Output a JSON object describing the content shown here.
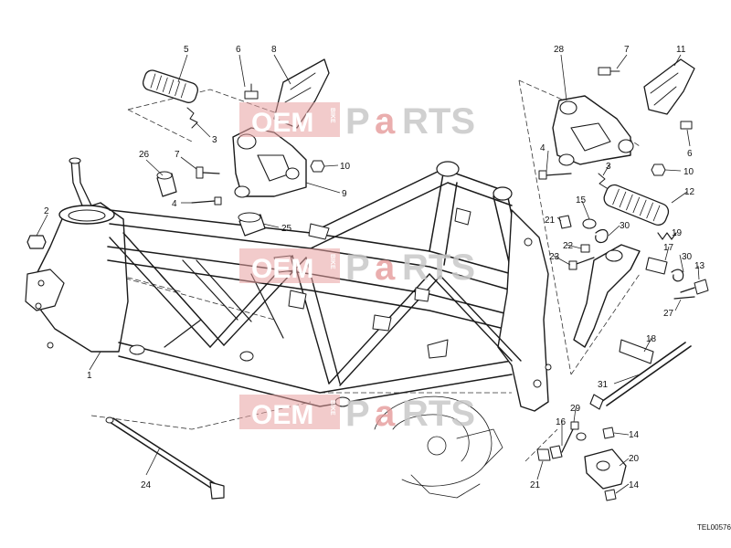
{
  "diagram": {
    "drawing_code": "TEL00576",
    "callouts": [
      "1",
      "2",
      "3",
      "3",
      "4",
      "4",
      "5",
      "6",
      "6",
      "7",
      "7",
      "8",
      "9",
      "10",
      "10",
      "11",
      "12",
      "13",
      "14",
      "14",
      "15",
      "16",
      "17",
      "18",
      "19",
      "20",
      "21",
      "21",
      "22",
      "23",
      "24",
      "25",
      "26",
      "27",
      "28",
      "29",
      "30",
      "30",
      "31"
    ]
  },
  "watermark": {
    "brand_a": "OEM",
    "brand_b": "BIKE",
    "brand_c": "P",
    "brand_d": "a",
    "brand_e": "RTS"
  }
}
